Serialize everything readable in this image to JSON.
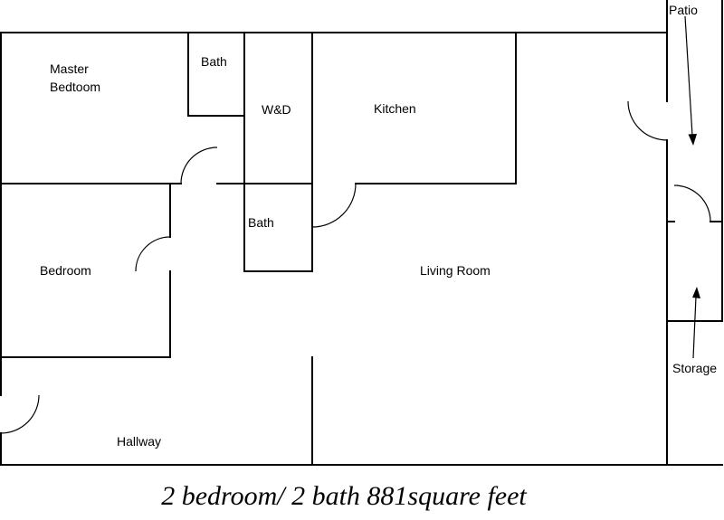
{
  "page": {
    "background_color": "#ffffff",
    "wall_color": "#000000",
    "text_color": "#000000"
  },
  "labels": {
    "patio": "Patio",
    "master_bedroom_line1": "Master",
    "master_bedroom_line2": "Bedtoom",
    "bath_top": "Bath",
    "washer_dryer": "W&D",
    "kitchen": "Kitchen",
    "bath_middle": "Bath",
    "bedroom": "Bedroom",
    "living_room": "Living Room",
    "storage": "Storage",
    "hallway": "Hallway"
  },
  "caption": "2 bedroom/ 2 bath 881square feet"
}
